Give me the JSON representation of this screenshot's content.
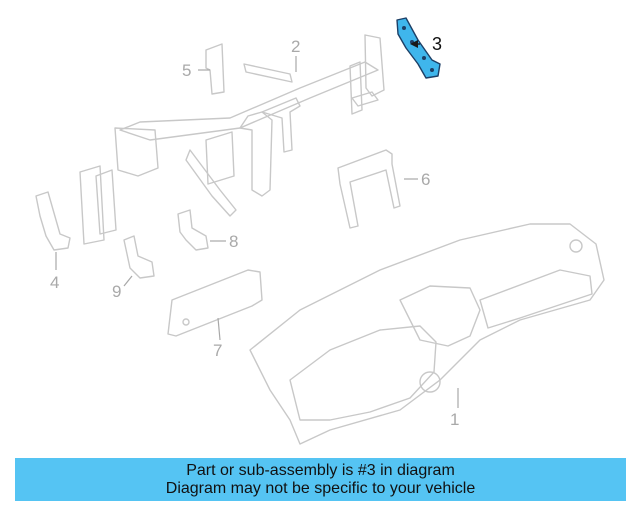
{
  "highlight_color": "#3fb6ec",
  "banner_color": "#55c4f3",
  "banner": {
    "line1": "Part or sub-assembly is #3 in diagram",
    "line2": "Diagram may not be specific to your vehicle"
  },
  "callouts": [
    {
      "id": "1",
      "label": "1",
      "highlighted": false
    },
    {
      "id": "2",
      "label": "2",
      "highlighted": false
    },
    {
      "id": "3",
      "label": "3",
      "highlighted": true
    },
    {
      "id": "4",
      "label": "4",
      "highlighted": false
    },
    {
      "id": "5",
      "label": "5",
      "highlighted": false
    },
    {
      "id": "6",
      "label": "6",
      "highlighted": false
    },
    {
      "id": "7",
      "label": "7",
      "highlighted": false
    },
    {
      "id": "8",
      "label": "8",
      "highlighted": false
    },
    {
      "id": "9",
      "label": "9",
      "highlighted": false
    }
  ]
}
